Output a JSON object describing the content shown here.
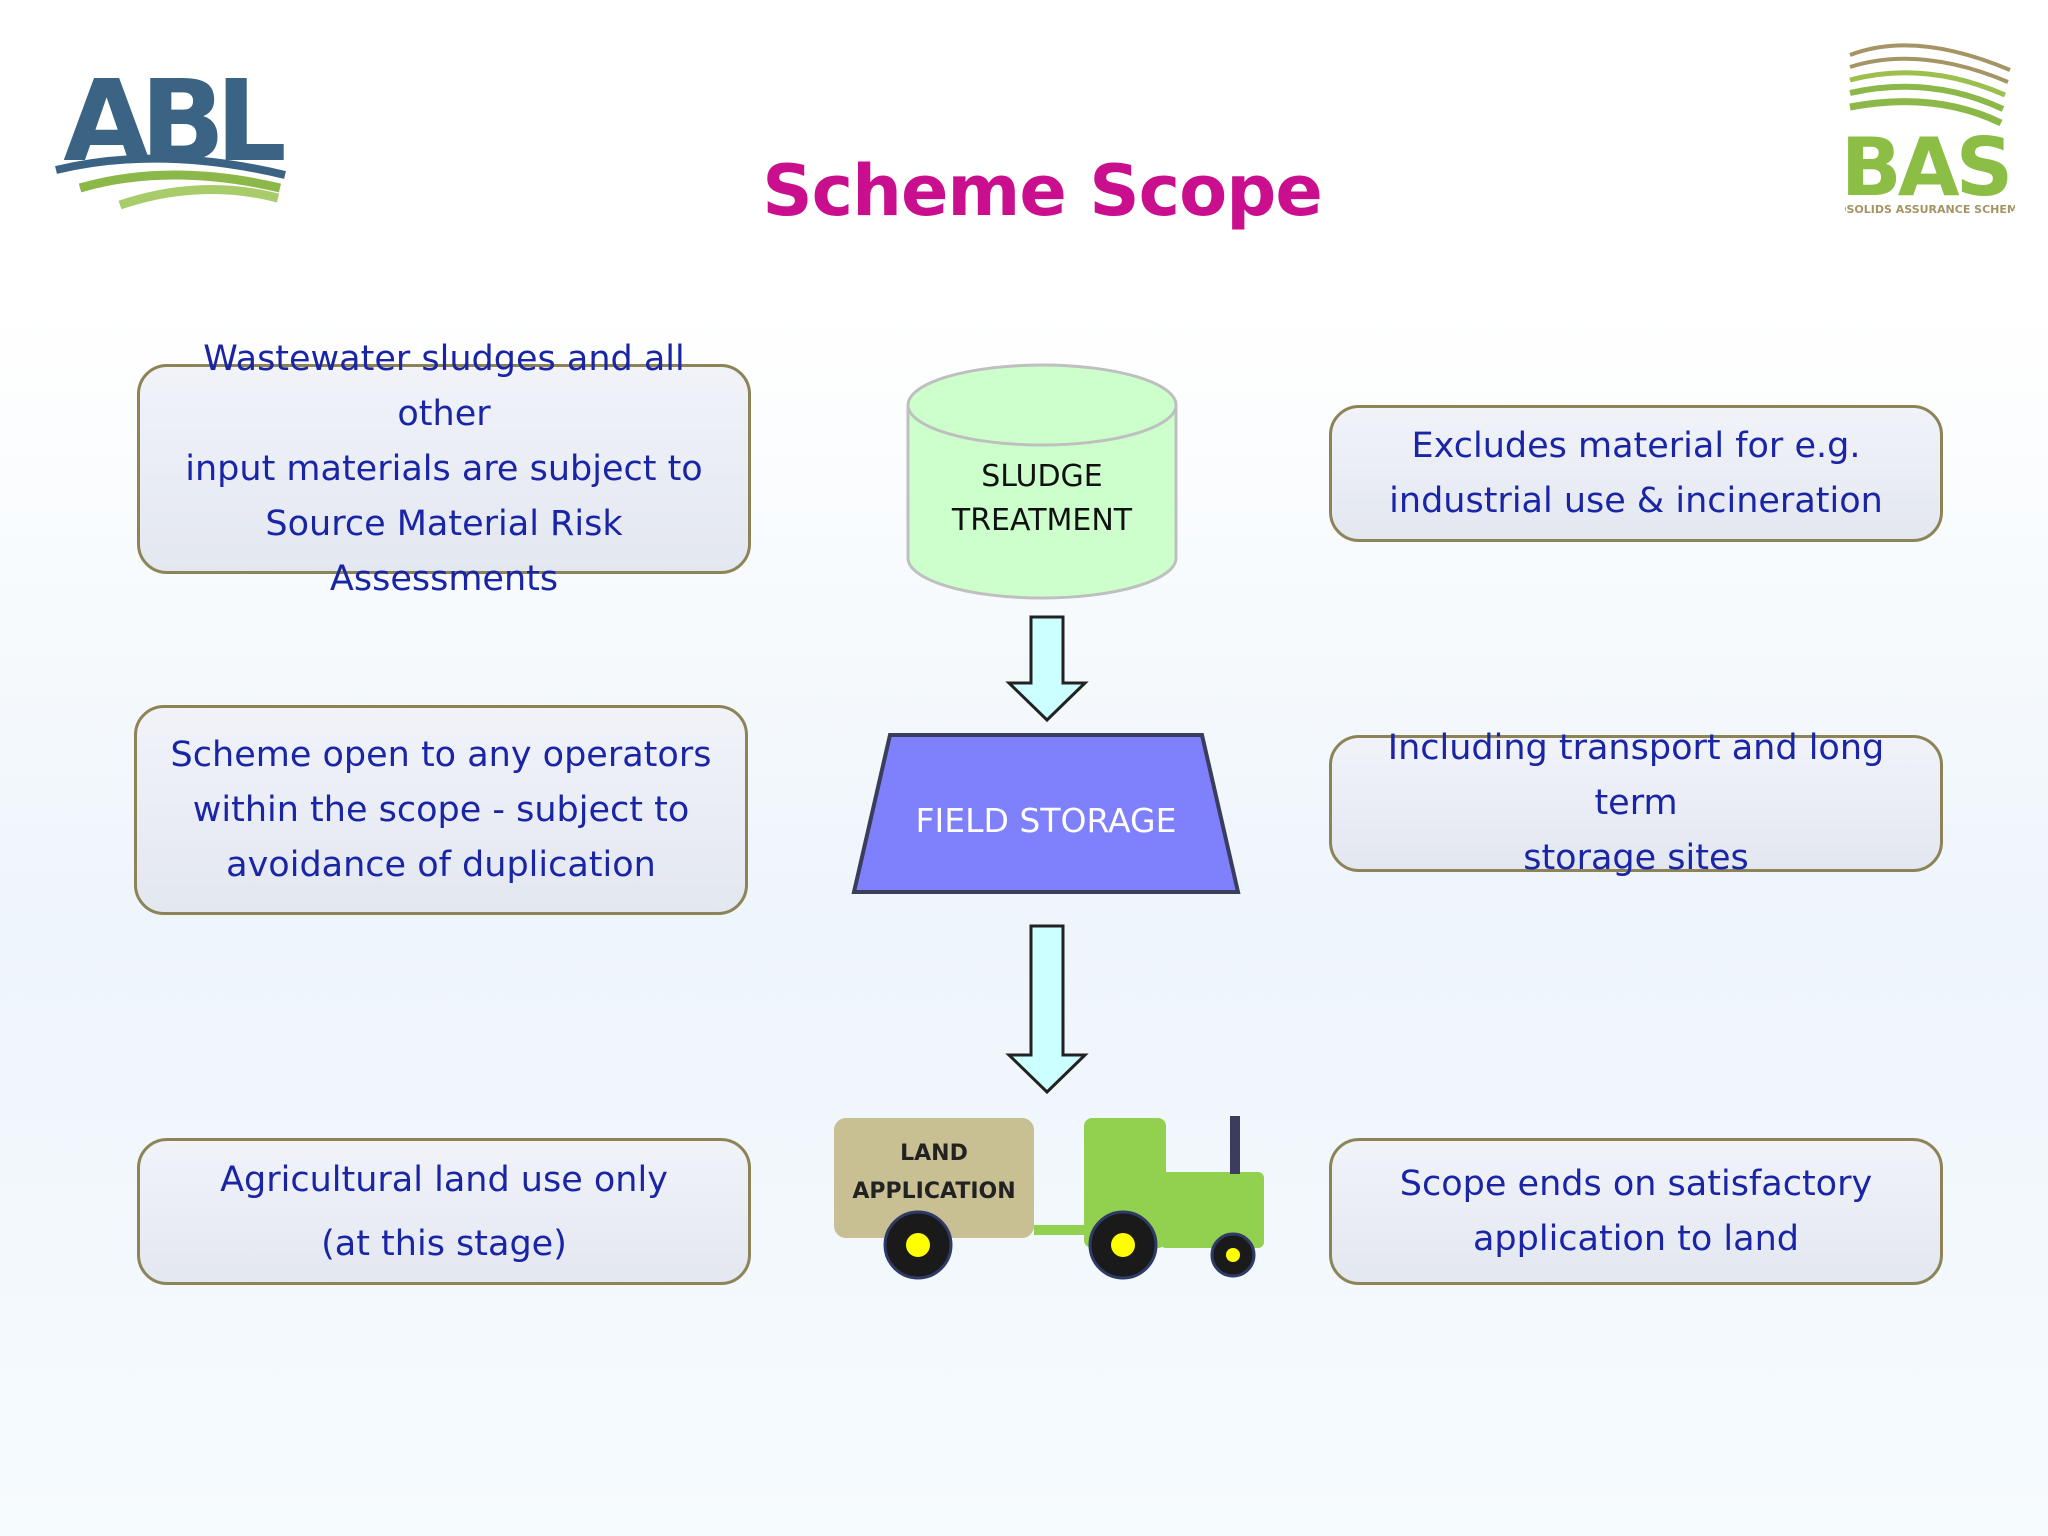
{
  "title": "Scheme Scope",
  "logos": {
    "left": {
      "text": "ABL"
    },
    "right": {
      "text": "BAS",
      "subtitle": "BIOSOLIDS ASSURANCE SCHEME"
    }
  },
  "left_boxes": [
    {
      "lines": [
        "Wastewater sludges and all other",
        "input materials are subject to",
        "Source Material Risk Assessments"
      ]
    },
    {
      "lines": [
        "Scheme open to any operators",
        "within the scope - subject to",
        "avoidance of duplication"
      ]
    },
    {
      "lines": [
        "Agricultural land use only",
        "(at this stage)"
      ]
    }
  ],
  "right_boxes": [
    {
      "lines": [
        "Excludes material for e.g.",
        "industrial use & incineration"
      ]
    },
    {
      "lines": [
        "Including transport and long term",
        "storage sites"
      ]
    },
    {
      "lines": [
        "Scope ends on satisfactory",
        "application to land"
      ]
    }
  ],
  "flow": {
    "treatment": [
      "SLUDGE",
      "TREATMENT"
    ],
    "storage": "FIELD STORAGE",
    "application": [
      "LAND",
      "APPLICATION"
    ]
  },
  "colors": {
    "title": "#c90e8e",
    "box_text": "#1a25a6",
    "box_border": "#8c8356",
    "cylinder_fill": "#ccffcc",
    "storage_fill": "#7f80fb",
    "arrow_fill": "#ccffff",
    "tractor_green": "#92d050",
    "trailer_fill": "#c8bf92"
  }
}
